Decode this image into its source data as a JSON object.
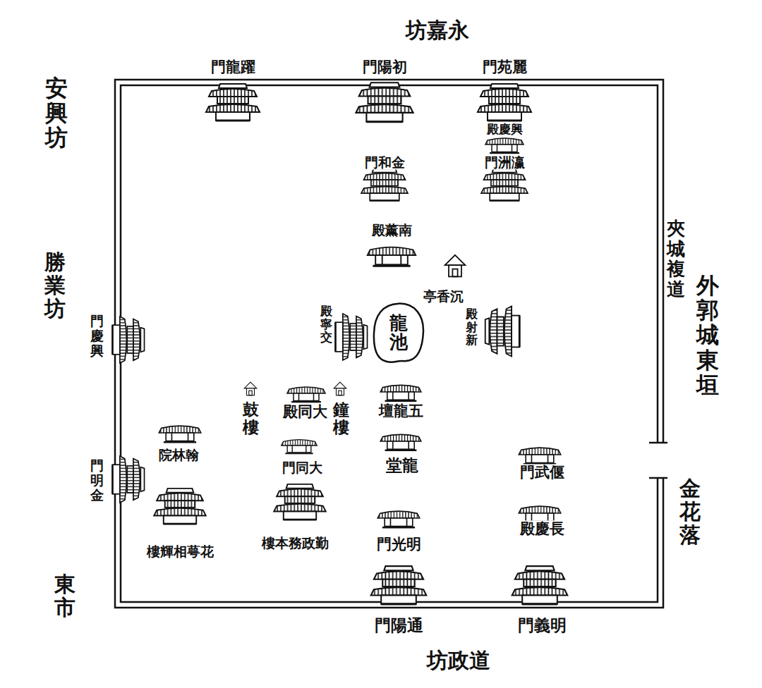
{
  "diagram": {
    "nodes": [
      {
        "text": [
          "龍池"
        ]
      }
    ],
    "labels": [
      "坊嘉永",
      "門龍躍",
      "門陽初",
      "門苑麗",
      "殿慶興",
      "門和金",
      "門洲瀛",
      "殿薰南",
      "亭香沉",
      "殿寧交",
      "殿射新",
      "安興坊",
      "勝業坊",
      "門慶興",
      "鼓樓",
      "殿同大",
      "鐘樓",
      "壇龍五",
      "門同大",
      "堂龍",
      "院林翰",
      "門明金",
      "樓輝相萼花",
      "樓本務政勤",
      "門光明",
      "門武偃",
      "殿慶長",
      "門陽通",
      "門義明",
      "坊政道",
      "東市",
      "夾城複道",
      "外郭城東垣",
      "金花落"
    ]
  }
}
